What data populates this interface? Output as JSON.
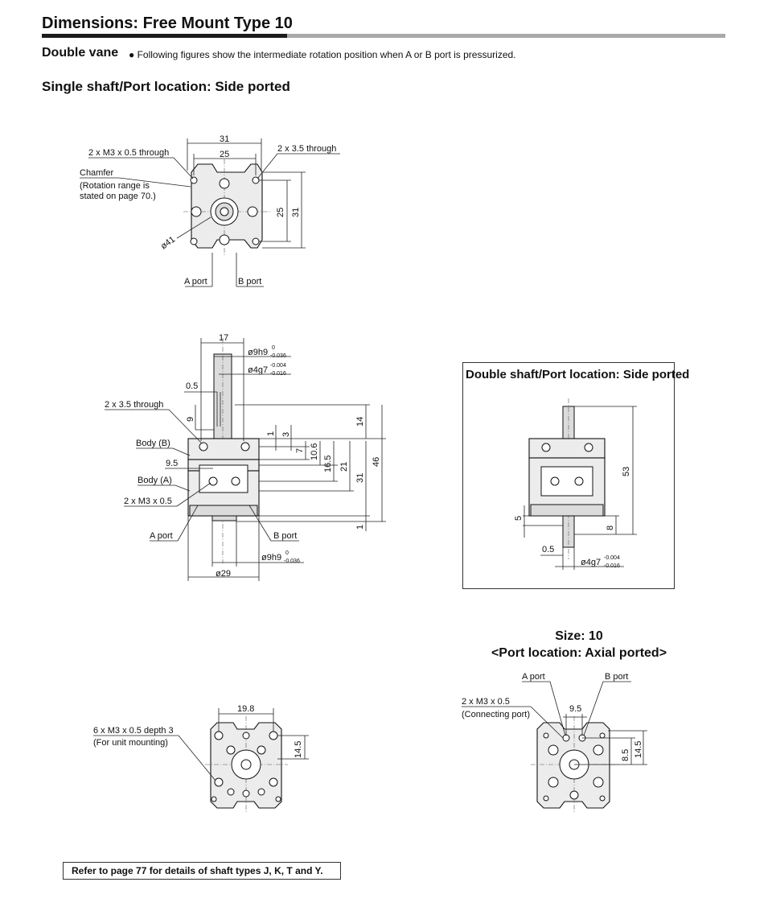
{
  "header": {
    "title": "Dimensions: Free Mount Type 10",
    "subtitle": "Double vane",
    "note": "● Following figures show the intermediate rotation position when A or B port is pressurized."
  },
  "section": "Single shaft/Port location: Side ported",
  "front_view": {
    "through_m3": "2 x M3 x 0.5 through",
    "through_35": "2 x 3.5 through",
    "chamfer": "Chamfer",
    "rotation_note_1": "(Rotation range is",
    "rotation_note_2": "stated on page 70.)",
    "dim_31": "31",
    "dim_25": "25",
    "dim_25v": "25",
    "dim_31v": "31",
    "dia_41": "ø41",
    "a_port": "A port",
    "b_port": "B port"
  },
  "side_view": {
    "dim_17": "17",
    "shaft_9h9": "ø9h9",
    "shaft_9h9_upper": "0",
    "shaft_9h9_lower": "-0.036",
    "shaft_4g7": "ø4g7",
    "shaft_4g7_upper": "-0.004",
    "shaft_4g7_lower": "-0.016",
    "dim_05": "0.5",
    "through_35": "2 x 3.5 through",
    "dim_9": "9",
    "dim_1": "1",
    "dim_3": "3",
    "dim_14": "14",
    "body_b": "Body (B)",
    "dim_7": "7",
    "dim_106": "10.6",
    "dim_165": "16.5",
    "dim_21": "21",
    "dim_46": "46",
    "dim_95": "9.5",
    "body_a": "Body (A)",
    "dim_31": "31",
    "m3": "2 x M3 x 0.5",
    "dim_1b": "1",
    "a_port": "A port",
    "b_port": "B port",
    "bottom_9h9": "ø9h9",
    "bottom_9h9_upper": "0",
    "bottom_9h9_lower": "-0.036",
    "dia_29": "ø29"
  },
  "double_shaft": {
    "title": "Double shaft/Port location: Side ported",
    "dim_53": "53",
    "dim_5": "5",
    "dim_8": "8",
    "dim_05": "0.5",
    "shaft_4g7": "ø4g7",
    "shaft_4g7_upper": "-0.004",
    "shaft_4g7_lower": "-0.016"
  },
  "bottom_view": {
    "dim_198": "19.8",
    "mount_1": "6 x M3 x 0.5 depth 3",
    "mount_2": "(For unit mounting)",
    "dim_145": "14.5"
  },
  "axial": {
    "size": "Size: 10",
    "port_location": "<Port location: Axial ported>",
    "a_port": "A port",
    "b_port": "B port",
    "m3": "2 x M3 x 0.5",
    "connecting": "(Connecting port)",
    "dim_95": "9.5",
    "dim_85": "8.5",
    "dim_145": "14.5"
  },
  "footer": "Refer to page 77 for details of shaft types J, K, T and Y."
}
